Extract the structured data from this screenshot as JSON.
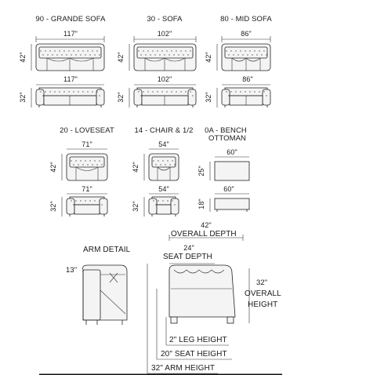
{
  "products": [
    {
      "title": "90 - GRANDE SOFA",
      "width": "117\"",
      "depth": "42\"",
      "width_front": "117\"",
      "height": "32\""
    },
    {
      "title": "30 - SOFA",
      "width": "102\"",
      "depth": "42\"",
      "width_front": "102\"",
      "height": "32\""
    },
    {
      "title": "80 - MID SOFA",
      "width": "86\"",
      "depth": "42\"",
      "width_front": "86\"",
      "height": "32\""
    },
    {
      "title": "20 - LOVESEAT",
      "width": "71\"",
      "depth": "42\"",
      "width_front": "71\"",
      "height": "32\""
    },
    {
      "title": "14 - CHAIR & 1/2",
      "width": "54\"",
      "depth": "42\"",
      "width_front": "54\"",
      "height": "32\""
    },
    {
      "title_line1": "0A - BENCH",
      "title_line2": "OTTOMAN",
      "width": "60\"",
      "depth": "25\"",
      "width_front": "60\"",
      "height": "18\""
    }
  ],
  "detail": {
    "arm_detail": "ARM DETAIL",
    "arm_width": "13\"",
    "overall_depth_value": "42\"",
    "overall_depth_label": "OVERALL DEPTH",
    "seat_depth_value": "24\"",
    "seat_depth_label": "SEAT DEPTH",
    "overall_height_value": "32\"",
    "overall_height_label_1": "OVERALL",
    "overall_height_label_2": "HEIGHT",
    "leg_height": "2\" LEG HEIGHT",
    "seat_height": "20\" SEAT HEIGHT",
    "arm_height": "32\" ARM HEIGHT"
  }
}
